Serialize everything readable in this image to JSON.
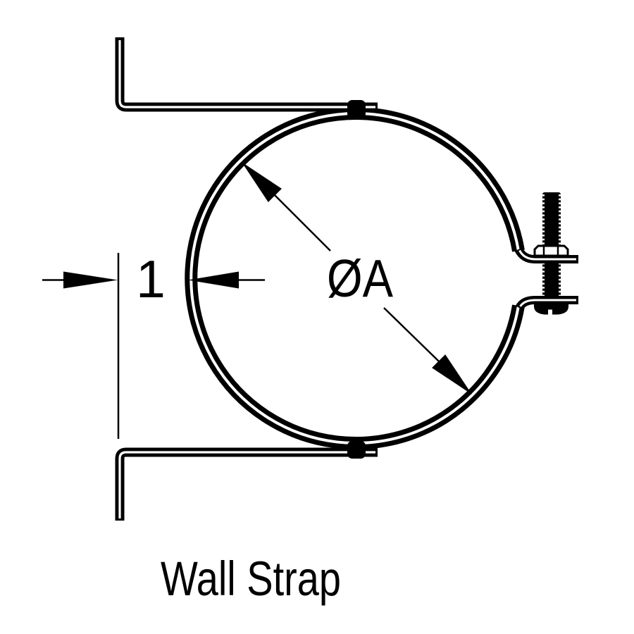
{
  "diagram": {
    "caption": "Wall Strap",
    "dimensions": {
      "strap_offset_label": "1",
      "diameter_label": "ØA"
    },
    "parts": {
      "ring": "pipe-strap-ring",
      "bolt": "closure-bolt",
      "nut": "hex-nut",
      "brackets": "wall-brackets"
    },
    "colors": {
      "line": "#000000",
      "background": "#ffffff"
    }
  }
}
